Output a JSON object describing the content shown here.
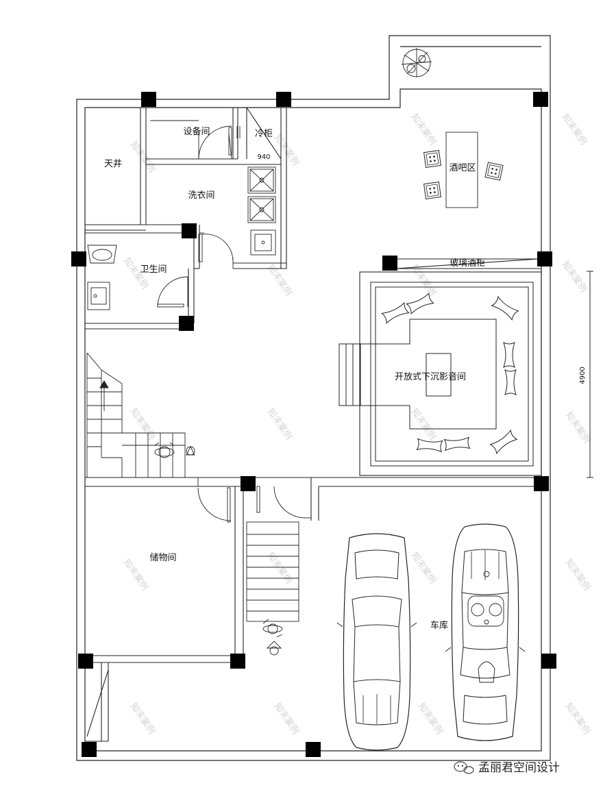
{
  "rooms": {
    "skywell": "天井",
    "equipment": "设备间",
    "cold_cabinet": "冷柜",
    "laundry": "洗衣间",
    "bathroom": "卫生间",
    "bar": "酒吧区",
    "glass_cabinet": "玻璃酒柜",
    "theater": "开放式下沉影音间",
    "storage": "储物间",
    "garage": "车库"
  },
  "dimensions": {
    "cabinet_width": "940",
    "theater_depth": "4900"
  },
  "watermark": "知末案例",
  "signature": "孟丽君空间设计"
}
